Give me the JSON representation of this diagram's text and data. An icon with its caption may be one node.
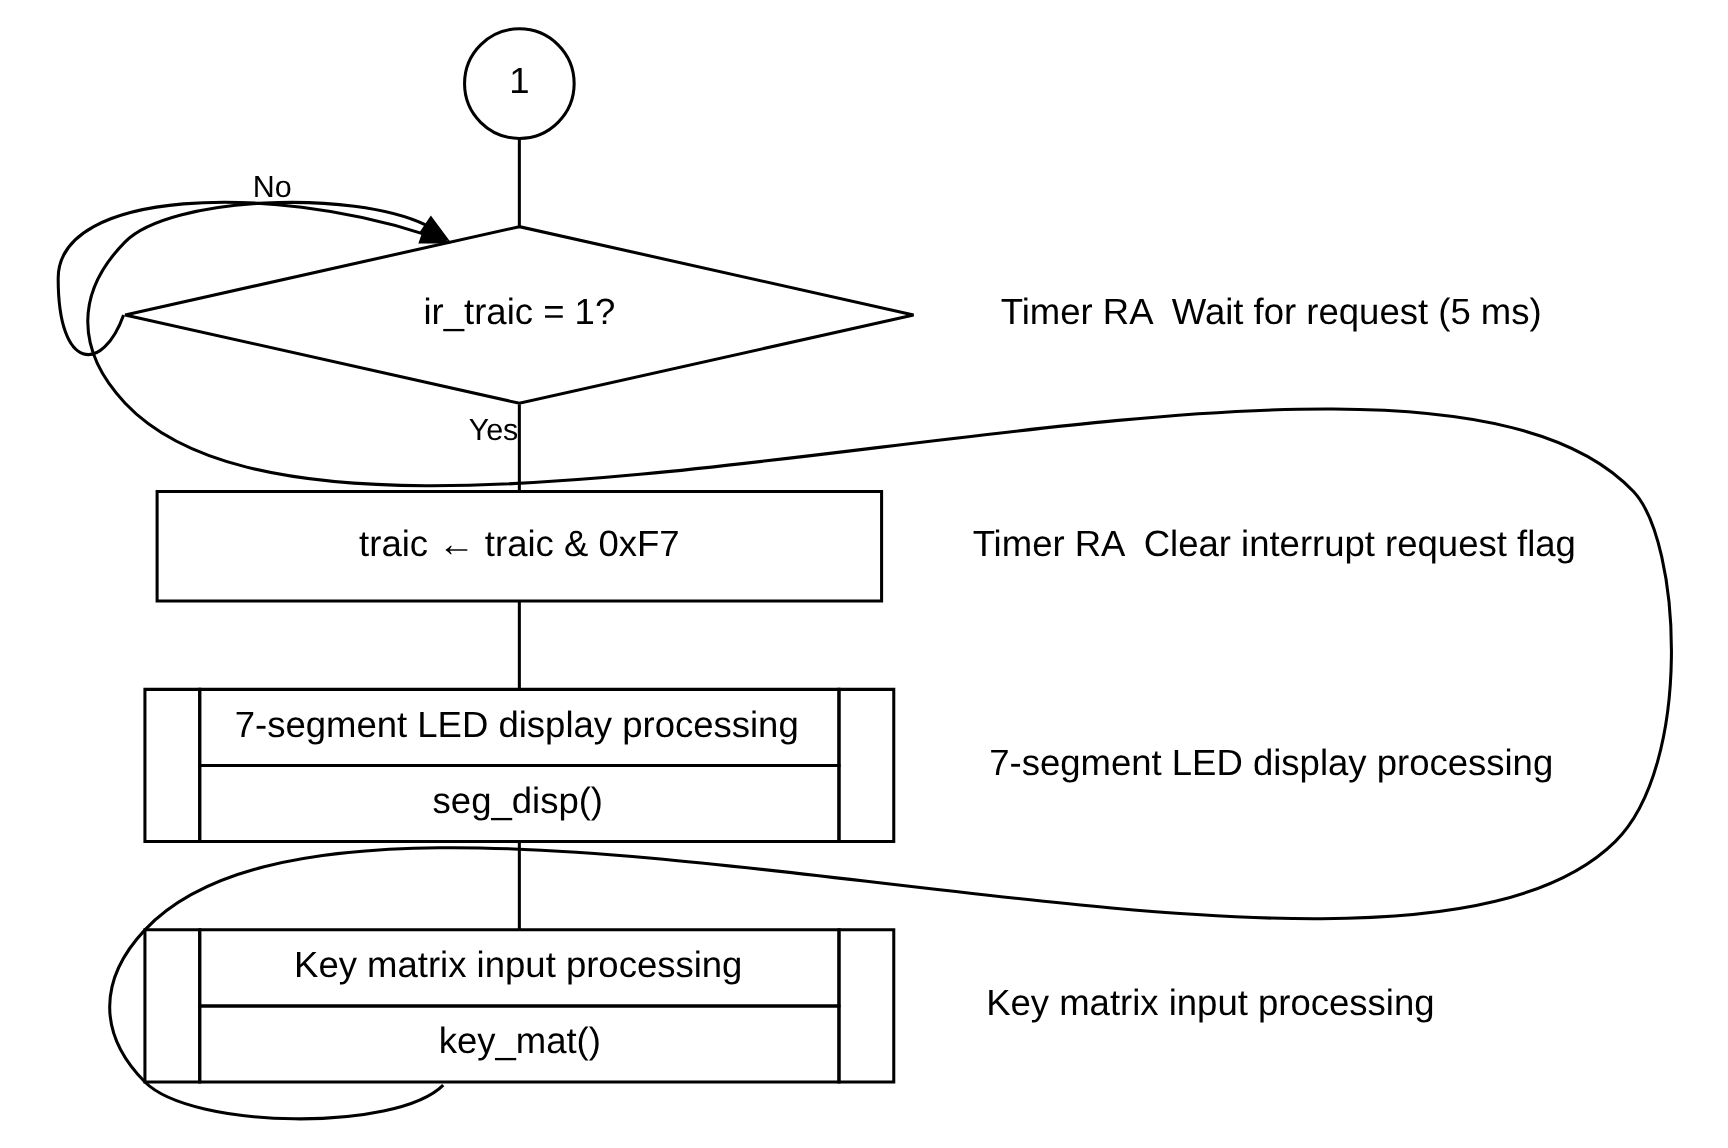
{
  "diagram": {
    "nodes": [
      {
        "text": [
          "1"
        ]
      },
      {
        "text": [
          "ir_traic = 1?"
        ],
        "beside": [
          "Timer RA  Wait for request (5 ms)"
        ]
      },
      {
        "text": [
          "traic ← traic & 0xF7"
        ],
        "beside": [
          "Timer RA  Clear interrupt request flag"
        ]
      },
      {
        "text": [
          "7-segment LED display processing",
          "seg_disp()"
        ],
        "beside": [
          "7-segment LED display processing"
        ]
      },
      {
        "text": [
          "Key matrix input processing",
          "key_mat()"
        ],
        "beside": [
          "Key matrix input processing"
        ]
      }
    ],
    "edges": [
      {
        "from": 0,
        "to": 1,
        "arrow": "none"
      },
      {
        "from": 1,
        "to": 2,
        "arrow": "none",
        "label": "Yes"
      },
      {
        "from": 2,
        "to": 3,
        "arrow": "none"
      },
      {
        "from": 3,
        "to": 4,
        "arrow": "none"
      },
      {
        "from": 4,
        "to": 1,
        "arrow": "to"
      },
      {
        "from": 1,
        "to": 1,
        "arrow": "to",
        "label": "No"
      }
    ]
  }
}
